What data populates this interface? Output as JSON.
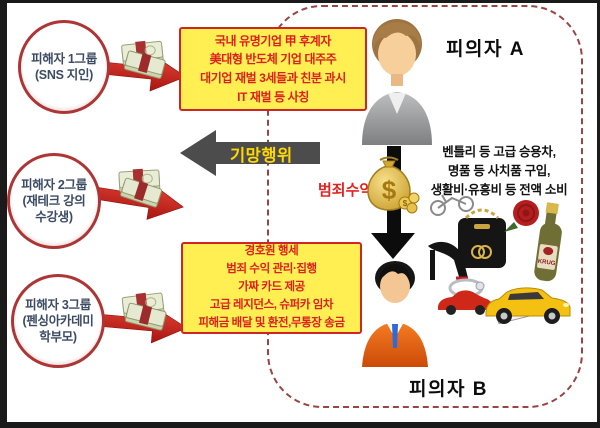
{
  "diagram": {
    "suspect_a_label": "피의자 A",
    "suspect_b_label": "피의자 B",
    "deception_label": "기망행위",
    "proceeds_label": "범죄수익"
  },
  "victim_groups": [
    {
      "lines": [
        "피해자 1그룹",
        "(SNS 지인)",
        ""
      ]
    },
    {
      "lines": [
        "피해자 2그룹",
        "(재테크 강의",
        "수강생)"
      ]
    },
    {
      "lines": [
        "피해자 3그룹",
        "(펜싱아카데미",
        "학부모)"
      ]
    }
  ],
  "impersonation_box": {
    "lines": [
      "국내 유명기업 甲 후계자",
      "美대형 반도체 기업 대주주",
      "대기업 재벌 3세들과 친분 과시",
      "IT 재벌 등 사칭"
    ]
  },
  "spending_note": {
    "lines": [
      "벤틀리 등 고급 승용차,",
      "명품 등 사치품 구입,",
      "생활비·유흥비 등 전액 소비"
    ]
  },
  "accomplice_box": {
    "lines": [
      "경호원 행세",
      "범죄 수익 관리·집행",
      "가짜 카드 제공",
      "고급 레지던스, 슈퍼카 임차",
      "피해금 배달 및 환전,무통장 송금"
    ]
  },
  "icons": {
    "cash_bundle": "cash-bundle-icon",
    "money_bag": "money-bag-icon",
    "suspect_a_avatar": "person-icon",
    "suspect_b_avatar": "person-icon",
    "luxury_collage": "luxury-goods-collage"
  },
  "colors": {
    "box_fill": "#ffef52",
    "box_border": "#d02525",
    "box_text": "#dc1f1f",
    "deception_arrow": "#4c4c4c",
    "deception_text": "#ffd900",
    "flow_arrow_red": "#c9201d",
    "dashed_border": "#9c4343",
    "circle_border": "#ad3535",
    "circle_text": "#3c4b63",
    "money_gold": "#e8c34a"
  }
}
